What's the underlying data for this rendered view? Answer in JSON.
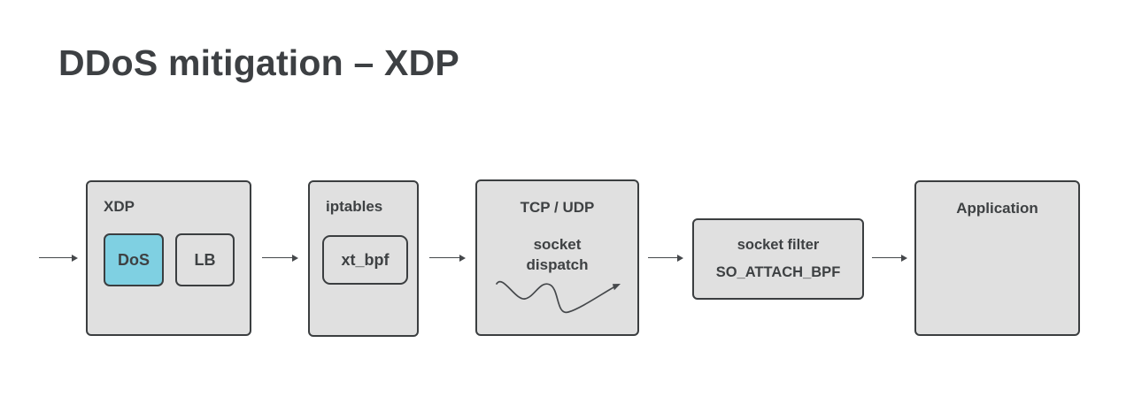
{
  "page": {
    "title": "DDoS mitigation – XDP"
  },
  "colors": {
    "background": "#ffffff",
    "box_fill": "#e0e0e0",
    "box_border": "#3b3e40",
    "text": "#3e4143",
    "highlight_fill": "#7fd0e2",
    "arrow": "#45484b"
  },
  "diagram": {
    "nodes": [
      {
        "id": "xdp",
        "label": "XDP",
        "children": [
          {
            "id": "dos",
            "label": "DoS",
            "highlighted": true
          },
          {
            "id": "lb",
            "label": "LB",
            "highlighted": false
          }
        ]
      },
      {
        "id": "iptables",
        "label": "iptables",
        "children": [
          {
            "id": "xt_bpf",
            "label": "xt_bpf",
            "highlighted": false
          }
        ]
      },
      {
        "id": "tcp-udp",
        "label": "TCP / UDP",
        "sublabel_lines": [
          "socket",
          "dispatch"
        ],
        "icon": "squiggle-arrow-icon"
      },
      {
        "id": "socket-filter",
        "label": "socket filter",
        "sublabel": "SO_ATTACH_BPF"
      },
      {
        "id": "application",
        "label": "Application"
      }
    ],
    "flow_arrows": [
      {
        "from": "ingress",
        "to": "xdp"
      },
      {
        "from": "xdp",
        "to": "iptables"
      },
      {
        "from": "iptables",
        "to": "tcp-udp"
      },
      {
        "from": "tcp-udp",
        "to": "socket-filter"
      },
      {
        "from": "socket-filter",
        "to": "application"
      }
    ]
  }
}
